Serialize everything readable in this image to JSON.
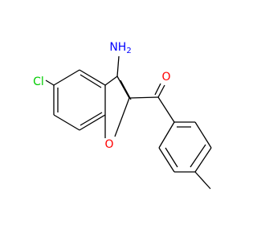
{
  "molecule": {
    "atoms": {
      "amino": {
        "label": "NH",
        "subscript": "2",
        "color": "#0000ff"
      },
      "chloro": {
        "label": "Cl",
        "color": "#00cc00"
      },
      "furan_oxygen": {
        "label": "O",
        "color": "#ff0000"
      },
      "carbonyl_oxygen": {
        "label": "O",
        "color": "#ff0000"
      }
    },
    "bond_color": "#000000"
  }
}
